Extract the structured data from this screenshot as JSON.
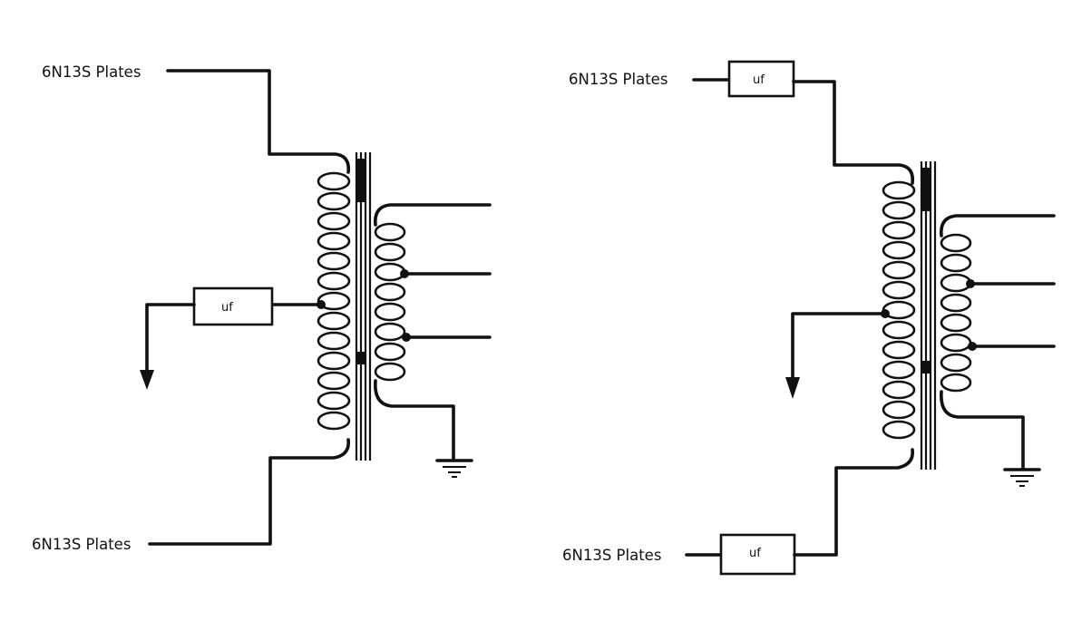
{
  "diagrams": [
    {
      "id": "left",
      "top_label": "6N13S Plates",
      "bottom_label": "6N13S Plates",
      "capacitors": [
        "uf"
      ]
    },
    {
      "id": "right",
      "top_label": "6N13S Plates",
      "bottom_label": "6N13S Plates",
      "capacitors": [
        "uf",
        "uf"
      ]
    }
  ],
  "icons": [
    "arrow-down-icon",
    "ground-icon",
    "ground-icon"
  ]
}
